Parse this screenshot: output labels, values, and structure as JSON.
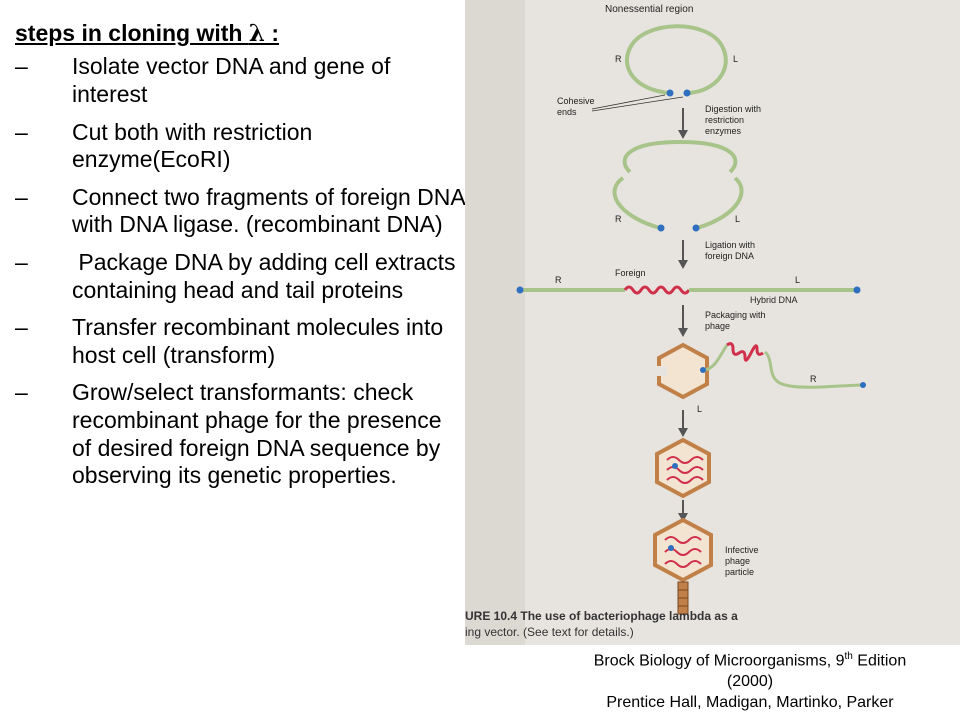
{
  "heading": {
    "prefix": "steps in cloning with ",
    "lambda": "λ",
    "suffix": " :"
  },
  "steps": [
    {
      "dash": "–",
      "text": "Isolate vector DNA and gene of interest"
    },
    {
      "dash": "–",
      "text": "Cut both with restriction enzyme(EcoRI)"
    },
    {
      "dash": "–",
      "text": "Connect two fragments of foreign DNA with DNA ligase. (recombinant DNA)"
    },
    {
      "dash": "–",
      "text": " Package DNA by adding cell extracts containing head and tail proteins"
    },
    {
      "dash": "–",
      "text": "Transfer recombinant molecules into host cell (transform)"
    },
    {
      "dash": "–",
      "text": "Grow/select transformants: check recombinant phage for the presence of desired foreign DNA sequence by observing its genetic properties."
    }
  ],
  "figure": {
    "labels": {
      "nonessential": "Nonessential region",
      "r": "R",
      "l": "L",
      "cohesive_1": "Cohesive",
      "cohesive_2": "ends",
      "digestion_1": "Digestion with",
      "digestion_2": "restriction",
      "digestion_3": "enzymes",
      "ligation_1": "Ligation with",
      "ligation_2": "foreign DNA",
      "foreign": "Foreign",
      "hybrid": "Hybrid DNA",
      "packaging_1": "Packaging with",
      "packaging_2": "phage",
      "infective_1": "Infective",
      "infective_2": "phage",
      "infective_3": "particle",
      "caption_1": "URE 10.4  The use of bacteriophage lambda as a",
      "caption_2": "ing vector. (See text for details.)"
    },
    "colors": {
      "dna": "#a8c48a",
      "foreign_dna": "#d0304a",
      "ends": "#2f6fc0",
      "capsid": "#c08048",
      "background": "#e7e4df"
    }
  },
  "citation": {
    "line1_a": "Brock Biology of Microorganisms, 9",
    "line1_sup": "th",
    "line1_b": " Edition",
    "line2": "(2000)",
    "line3": "Prentice Hall, Madigan, Martinko, Parker"
  }
}
